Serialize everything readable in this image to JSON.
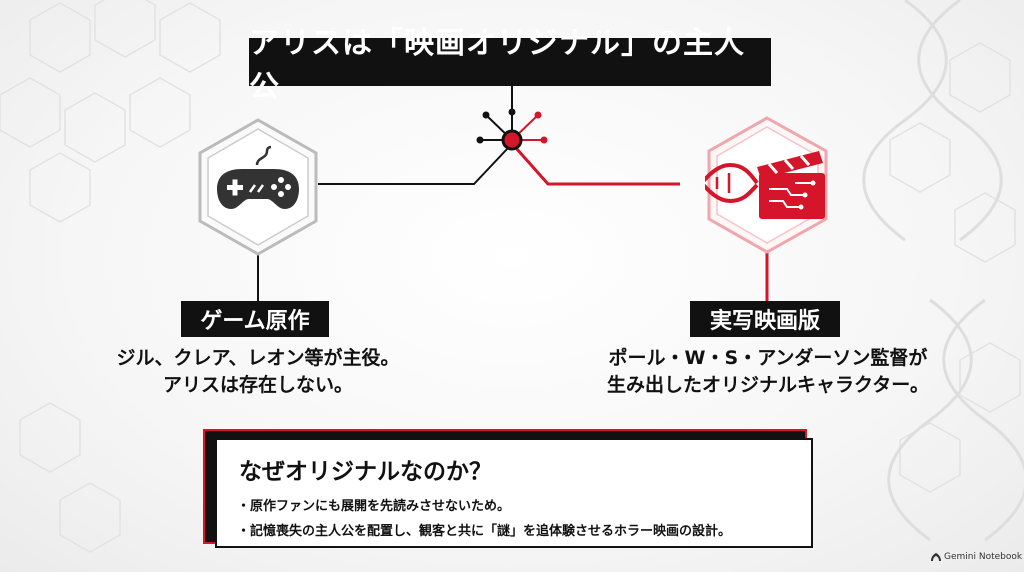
{
  "title": "アリスは「映画オリジナル」の主人公",
  "left": {
    "label": "ゲーム原作",
    "desc_line1": "ジル、クレア、レオン等が主役。",
    "desc_line2": "アリスは存在しない。",
    "icon": "gamepad-icon"
  },
  "right": {
    "label": "実写映画版",
    "desc_line1": "ポール・W・S・アンダーソン監督が",
    "desc_line2": "生み出したオリジナルキャラクター。",
    "icon": "dna-clapperboard-icon"
  },
  "callout": {
    "title": "なぜオリジナルなのか？",
    "bullet1": "・原作ファンにも展開を先読みさせないため。",
    "bullet2": "・記憶喪失の主人公を配置し、観客と共に「謎」を追体験させるホラー映画の設計。"
  },
  "brand": "Gemini Notebook",
  "colors": {
    "accent": "#d5152a",
    "dark": "#111111"
  }
}
